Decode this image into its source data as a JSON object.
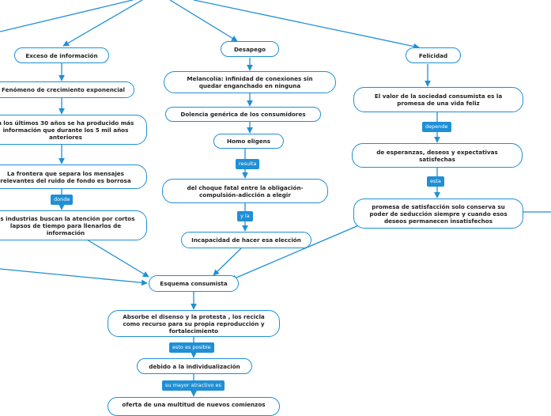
{
  "nodes": {
    "exceso": "Exceso de información",
    "desapego": "Desapego",
    "felicidad": "Felicidad",
    "fenomeno": "Fenómeno de crecimiento exponencial",
    "ultimos": "n los últimos 30 años se ha producido más\ninformación que durante los 5 mil años\nanteriores",
    "frontera": "La  frontera que separa los mensajes\nrelevantes del ruido de fondo es borrosa",
    "industrias": "as industrias buscan la atención por cortos\nlapsos de tiempo para llenarlos de\ninformación",
    "melancolia": "Melancolía: infinidad de conexiones sin\nquedar enganchado en ninguna",
    "dolencia": "Dolencia genérica de los consumidores",
    "homo": "Homo eligens",
    "choque": "del choque fatal entre la obligación-\ncompulsión-adicción a elegir",
    "incapacidad": "Incapacidad de hacer esa elección",
    "valor": "El valor de la sociedad consumista es la\npromesa de una vida feliz",
    "esperanzas": "de esperanzas, deseos y expectativas\nsatisfechas",
    "promesa": "promesa de satisfacción solo conserva su\npoder de seducción siempre y cuando esos\ndeseos permanecen insatisfechos",
    "esquema": "Esquema consumista",
    "absorbe": "Absorbe el disenso y la protesta , los recicla\ncomo recurso para su propia reproducción y\nfortalecimiento",
    "debido": "debido a la individualización",
    "oferta": "oferta de una multitud de nuevos comienzos"
  },
  "connectors": {
    "donde": "donde",
    "resulta": "resulta",
    "y_la": "y la",
    "depende": "depende",
    "esta": "esta",
    "esto_es_posible": "esto es posible",
    "su_mayor_atractivo": "su mayor atractivo es"
  },
  "colors": {
    "line": "#1f8fd6",
    "connector_bg": "#1f8fd6",
    "node_border": "#1f8fd6"
  }
}
